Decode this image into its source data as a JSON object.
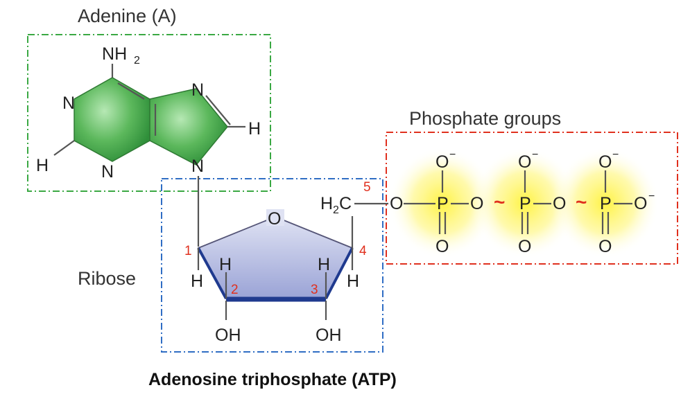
{
  "labels": {
    "adenine": "Adenine (A)",
    "phosphate_groups": "Phosphate groups",
    "ribose": "Ribose",
    "title": "Adenosine triphosphate (ATP)"
  },
  "atoms": {
    "N": "N",
    "H": "H",
    "O": "O",
    "P": "P",
    "C": "C",
    "OH": "OH",
    "sub_2": "2",
    "minus": "−"
  },
  "carbon_numbers": [
    "1",
    "2",
    "3",
    "4",
    "5"
  ],
  "high_energy_bond": "~",
  "colors": {
    "adenine_box": "#3aa843",
    "ribose_box": "#2f6dc4",
    "phosphate_box": "#e0301e",
    "adenine_fill": "#4caf50",
    "ribose_fill": "#b6bde3",
    "ribose_bottom_edge": "#1f3a8f",
    "phosphate_glow": "#fff23a",
    "carbon_numbers": "#e0301e"
  }
}
